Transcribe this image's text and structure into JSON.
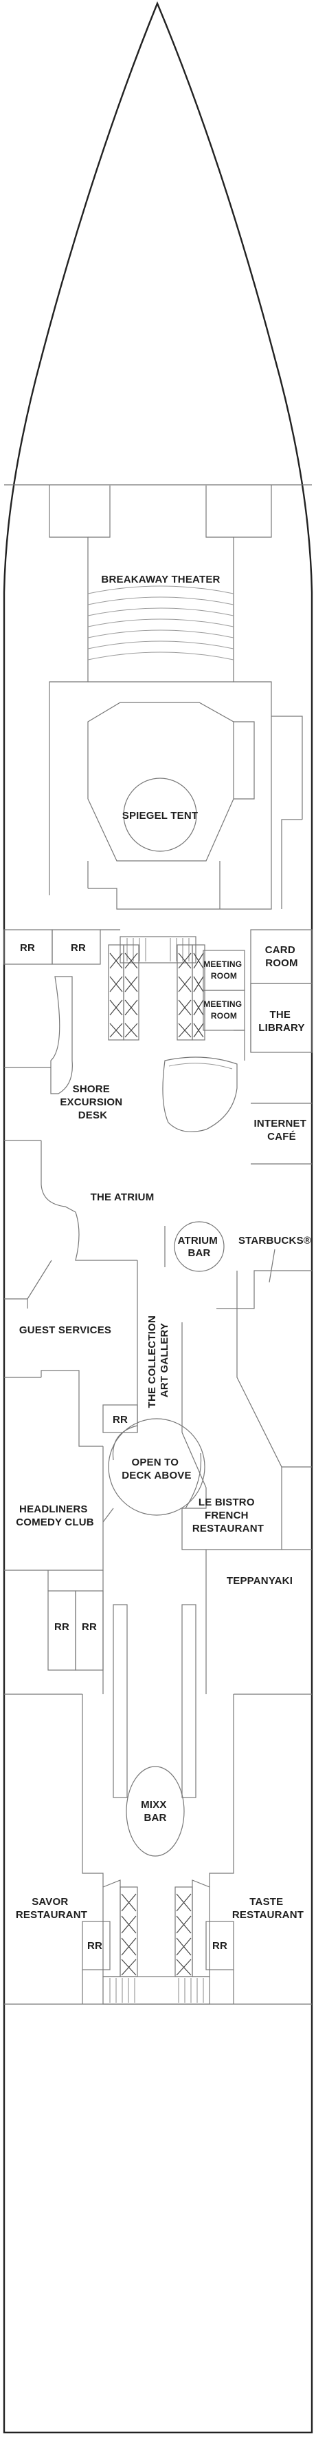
{
  "rooms": {
    "breakaway_theater": "BREAKAWAY THEATER",
    "spiegel_tent": "SPIEGEL TENT",
    "rr_1": "RR",
    "rr_2": "RR",
    "card_room": [
      "CARD",
      "ROOM"
    ],
    "meeting_room_1": [
      "MEETING",
      "ROOM"
    ],
    "meeting_room_2": [
      "MEETING",
      "ROOM"
    ],
    "the_library": [
      "THE",
      "LIBRARY"
    ],
    "shore_excursion_desk": [
      "SHORE",
      "EXCURSION",
      "DESK"
    ],
    "internet_cafe": [
      "INTERNET",
      "CAFÉ"
    ],
    "the_atrium": "THE ATRIUM",
    "atrium_bar": [
      "ATRIUM",
      "BAR"
    ],
    "starbucks": "STARBUCKS®",
    "guest_services": "GUEST SERVICES",
    "the_collection_art_gallery": [
      "THE COLLECTION",
      "ART GALLERY"
    ],
    "rr_3": "RR",
    "open_to_deck_above": [
      "OPEN TO",
      "DECK ABOVE"
    ],
    "headliners_comedy_club": [
      "HEADLINERS",
      "COMEDY CLUB"
    ],
    "le_bistro_french_restaurant": [
      "LE BISTRO",
      "FRENCH",
      "RESTAURANT"
    ],
    "teppanyaki": "TEPPANYAKI",
    "rr_4": "RR",
    "rr_5": "RR",
    "mixx_bar": [
      "MIXX",
      "BAR"
    ],
    "savor_restaurant": [
      "SAVOR",
      "RESTAURANT"
    ],
    "taste_restaurant": [
      "TASTE",
      "RESTAURANT"
    ],
    "rr_6": "RR",
    "rr_7": "RR"
  }
}
